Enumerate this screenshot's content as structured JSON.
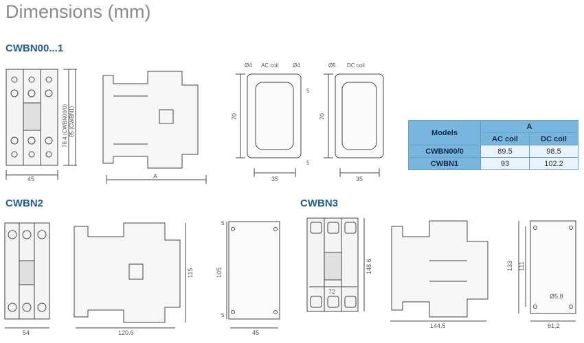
{
  "title": "Dimensions (mm)",
  "sections": {
    "cwbn00_1": "CWBN00...1",
    "cwbn2": "CWBN2",
    "cwbn3": "CWBN3"
  },
  "dims": {
    "d45": "45",
    "d78": "78.4 (CWBN00/0)",
    "d85": "85 (CWBN1)",
    "dA": "A",
    "acCoil": "AC coil",
    "dcCoil": "DC coil",
    "phi4a": "Ø4",
    "phi4b": "Ø4",
    "phi5": "Ø5",
    "d70a": "70",
    "d70b": "70",
    "d5a": "5",
    "d5b": "5",
    "d35a": "35",
    "d35b": "35",
    "d54": "54",
    "d120": "120.6",
    "d115": "115",
    "d5c": "5",
    "d105": "105",
    "d5d": "5",
    "d45b": "45",
    "d72": "72",
    "d148": "148.6",
    "d144": "144.5",
    "d133": "133",
    "d111": "111",
    "phi58": "Ø5.8",
    "d61": "61.2"
  },
  "table": {
    "models_header": "Models",
    "a_header": "A",
    "ac_header": "AC coil",
    "dc_header": "DC coil",
    "rows": [
      {
        "model": "CWBN00/0",
        "ac": "89.5",
        "dc": "98.5"
      },
      {
        "model": "CWBN1",
        "ac": "93",
        "dc": "102.2"
      }
    ]
  }
}
